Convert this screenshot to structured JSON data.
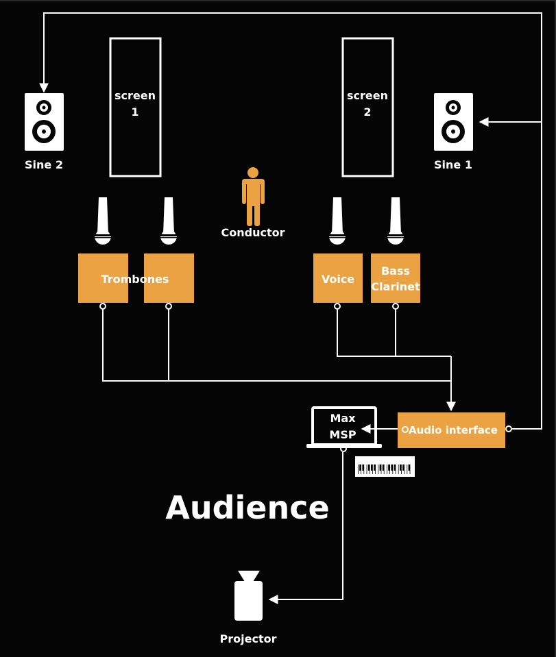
{
  "title": "Audience",
  "colors": {
    "background": "#050505",
    "accent": "#eba243",
    "foreground": "#ffffff"
  },
  "screens": [
    {
      "line1": "screen",
      "line2": "1"
    },
    {
      "line1": "screen",
      "line2": "2"
    }
  ],
  "speakers": [
    {
      "label": "Sine 2",
      "icon": "speaker-icon"
    },
    {
      "label": "Sine 1",
      "icon": "speaker-icon"
    }
  ],
  "conductor": {
    "label": "Conductor",
    "icon": "person-icon"
  },
  "instruments": [
    {
      "label": "Trombones",
      "icon": "microphone-icon",
      "count": 2
    },
    {
      "label": "Voice",
      "icon": "microphone-icon"
    },
    {
      "label_line1": "Bass",
      "label_line2": "Clarinet",
      "icon": "microphone-icon"
    }
  ],
  "audio_interface": {
    "label": "Audio interface"
  },
  "computer": {
    "line1": "Max",
    "line2": "MSP",
    "icon": "laptop-icon"
  },
  "midi_keyboard": {
    "icon": "piano-keyboard-icon"
  },
  "projector": {
    "label": "Projector",
    "icon": "projector-icon"
  }
}
